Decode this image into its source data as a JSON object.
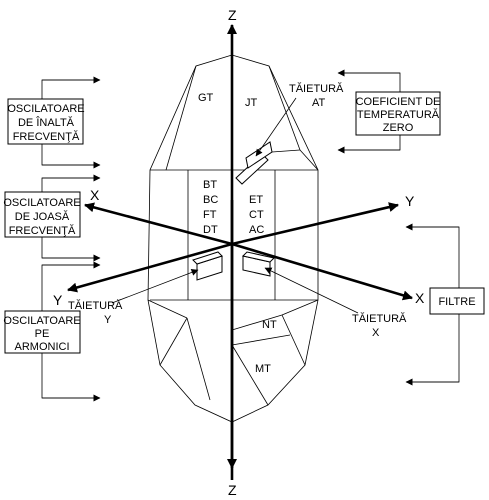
{
  "axes": {
    "z_top": "Z",
    "z_bottom": "Z",
    "x_left": "X",
    "x_right": "X",
    "y_left": "Y",
    "y_right": "Y"
  },
  "cuts": {
    "gt": "GT",
    "jt": "JT",
    "at_title": "TĂIETURĂ",
    "at": "AT",
    "bt": "BT",
    "bc": "BC",
    "ft": "FT",
    "dt": "DT",
    "et": "ET",
    "ct": "CT",
    "ac": "AC",
    "nt": "NT",
    "mt": "MT",
    "y_cut_title": "TĂIETURĂ",
    "y_cut": "Y",
    "x_cut_title": "TĂIETURĂ",
    "x_cut": "X"
  },
  "boxes": {
    "high_freq": [
      "OSCILATOARE",
      "DE ÎNALTĂ",
      "FRECVENŢĂ"
    ],
    "low_freq": [
      "OSCILATOARE",
      "DE JOASĂ",
      "FRECVENŢĂ"
    ],
    "harmonic": [
      "OSCILATOARE",
      "PE",
      "ARMONICI"
    ],
    "temp_coef": [
      "COEFICIENT DE",
      "TEMPERATURĂ",
      "ZERO"
    ],
    "filters": [
      "FILTRE"
    ]
  }
}
